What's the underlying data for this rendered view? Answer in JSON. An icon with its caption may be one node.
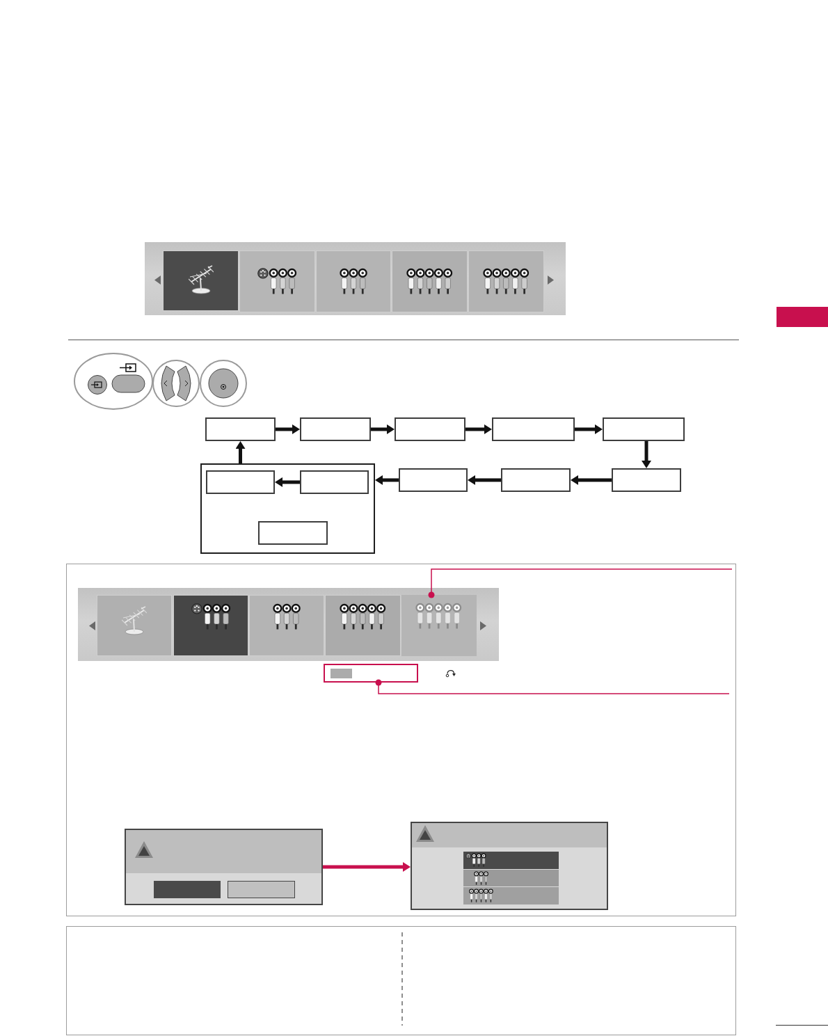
{
  "diagram": {
    "nodes": [
      {
        "text": [],
        "shape": "box"
      },
      {
        "text": [],
        "shape": "box"
      },
      {
        "text": [],
        "shape": "box"
      },
      {
        "text": [],
        "shape": "box"
      },
      {
        "text": [],
        "shape": "box"
      },
      {
        "text": [],
        "shape": "box"
      },
      {
        "text": [],
        "shape": "box"
      },
      {
        "text": [],
        "shape": "box",
        "in": 6
      },
      {
        "text": [],
        "shape": "box",
        "in": 6
      },
      {
        "text": [],
        "shape": "box",
        "in": 6
      },
      {
        "text": [],
        "shape": "box"
      },
      {
        "text": [],
        "shape": "box"
      },
      {
        "text": [],
        "shape": "box"
      },
      {
        "text": [],
        "shape": "picture"
      },
      {
        "text": [],
        "shape": "box"
      },
      {
        "text": [],
        "shape": "box"
      },
      {
        "text": [],
        "shape": "box"
      }
    ],
    "edges": [
      {
        "from": 1,
        "to": 2,
        "arrow": "to"
      },
      {
        "from": 2,
        "to": 3,
        "arrow": "to"
      },
      {
        "from": 3,
        "to": 4,
        "arrow": "to"
      },
      {
        "from": 4,
        "to": 5,
        "arrow": "to"
      },
      {
        "from": 5,
        "to": 12,
        "arrow": "to"
      },
      {
        "from": 12,
        "to": 11,
        "arrow": "to"
      },
      {
        "from": 11,
        "to": 10,
        "arrow": "to"
      },
      {
        "from": 10,
        "to": 6,
        "arrow": "to"
      },
      {
        "from": 8,
        "to": 7,
        "arrow": "to"
      },
      {
        "from": 6,
        "to": 1,
        "arrow": "to"
      },
      {
        "from": null,
        "to": 13,
        "arrow": "other",
        "color": "#c8104e"
      },
      {
        "from": null,
        "to": 14,
        "arrow": "other",
        "color": "#c8104e"
      },
      {
        "from": 15,
        "to": 16,
        "arrow": "to",
        "color": "#c8104e"
      }
    ]
  }
}
